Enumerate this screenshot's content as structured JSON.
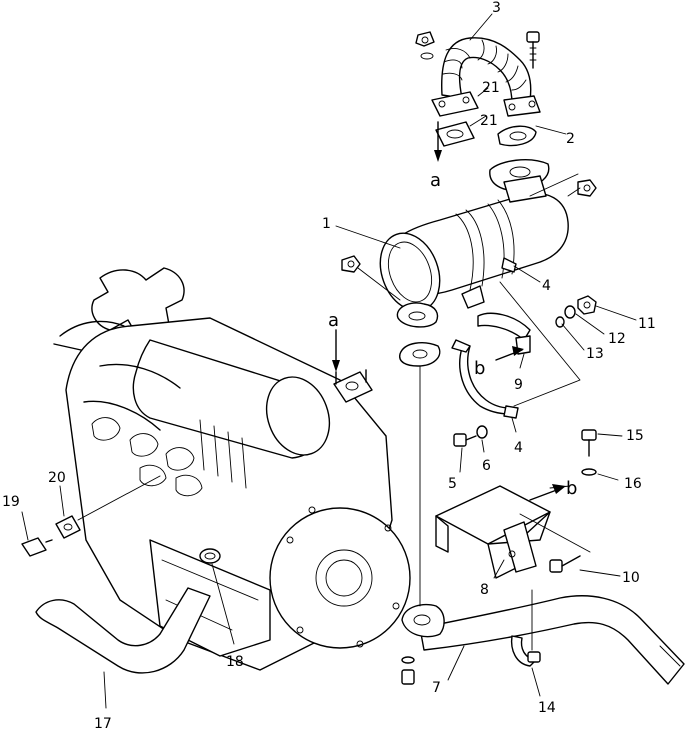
{
  "callouts": [
    {
      "id": "c1",
      "text": "1"
    },
    {
      "id": "c2",
      "text": "2"
    },
    {
      "id": "c3",
      "text": "3"
    },
    {
      "id": "c4a",
      "text": "4"
    },
    {
      "id": "c4b",
      "text": "4"
    },
    {
      "id": "c5",
      "text": "5"
    },
    {
      "id": "c6",
      "text": "6"
    },
    {
      "id": "c7",
      "text": "7"
    },
    {
      "id": "c8",
      "text": "8"
    },
    {
      "id": "c9",
      "text": "9"
    },
    {
      "id": "c10",
      "text": "10"
    },
    {
      "id": "c11",
      "text": "11"
    },
    {
      "id": "c12",
      "text": "12"
    },
    {
      "id": "c13",
      "text": "13"
    },
    {
      "id": "c14",
      "text": "14"
    },
    {
      "id": "c15",
      "text": "15"
    },
    {
      "id": "c16",
      "text": "16"
    },
    {
      "id": "c17",
      "text": "17"
    },
    {
      "id": "c18",
      "text": "18"
    },
    {
      "id": "c19",
      "text": "19"
    },
    {
      "id": "c20",
      "text": "20"
    },
    {
      "id": "c21a",
      "text": "21"
    },
    {
      "id": "c21b",
      "text": "21"
    }
  ],
  "refs": {
    "a_top": "a",
    "a_engine": "a",
    "b_bracket": "b",
    "b_band": "b"
  }
}
